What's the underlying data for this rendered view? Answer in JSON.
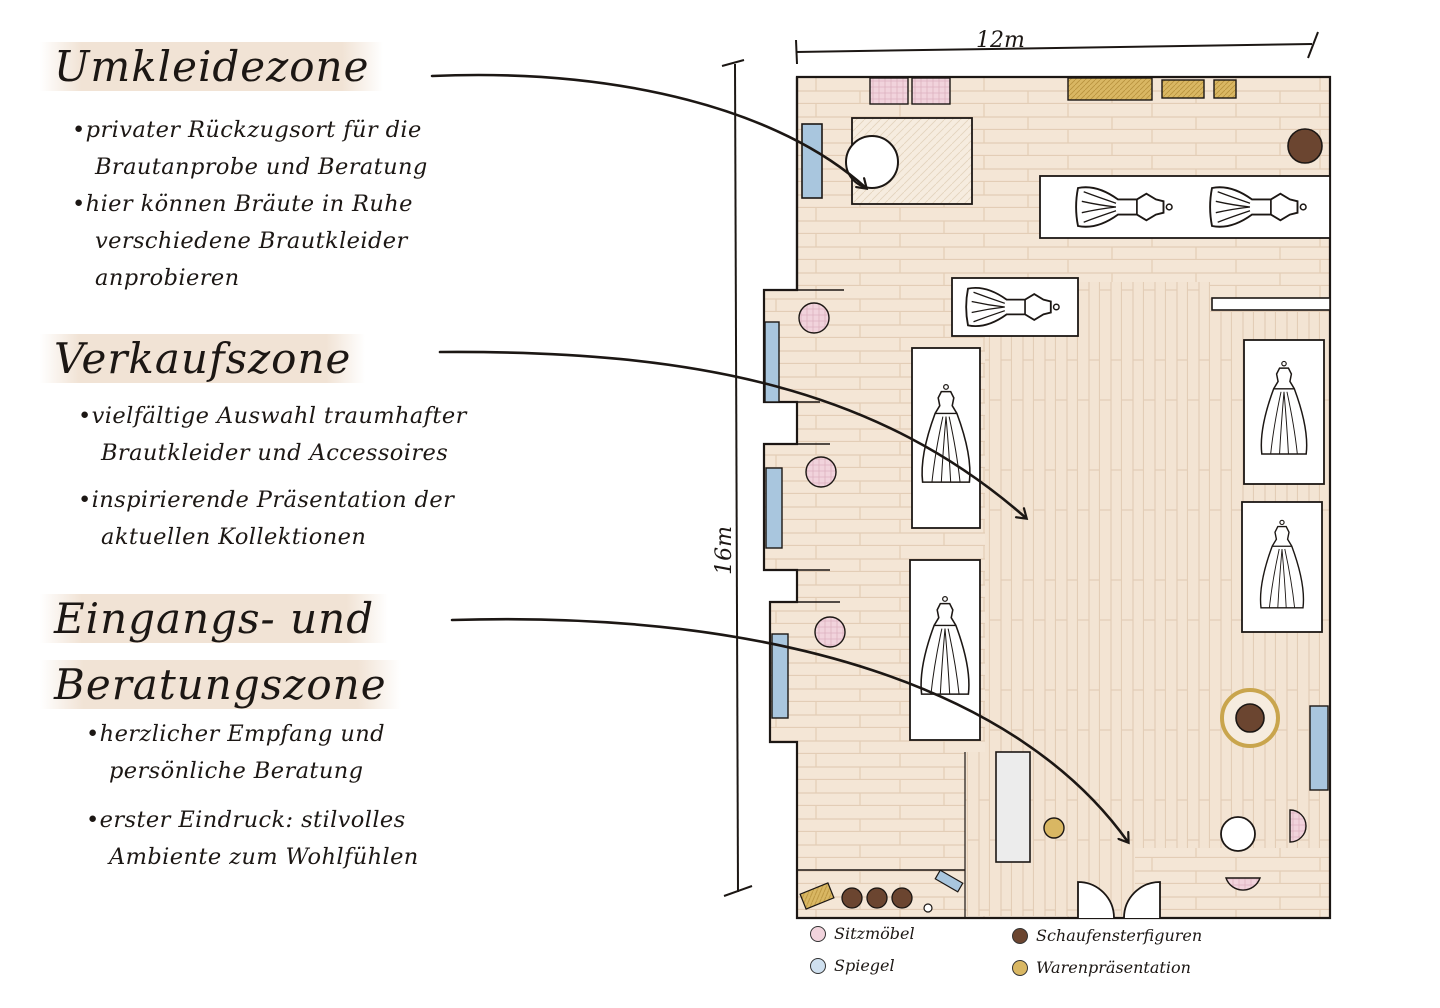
{
  "zones": [
    {
      "title": "Umkleidezone",
      "bullets": [
        {
          "line1": "privater Rückzugsort für die",
          "line2": "Brautanprobe und Beratung"
        },
        {
          "line1": "hier können Bräute in Ruhe",
          "line2": "verschiedene Brautkleider",
          "line3": "anprobieren"
        }
      ]
    },
    {
      "title": "Verkaufszone",
      "bullets": [
        {
          "line1": "vielfältige Auswahl traumhafter",
          "line2": "Brautkleider und Accessoires"
        },
        {
          "line1": "inspirierende Präsentation der",
          "line2": "aktuellen Kollektionen"
        }
      ]
    },
    {
      "title_line1": "Eingangs- und",
      "title_line2": "Beratungszone",
      "bullets": [
        {
          "line1": "herzlicher Empfang und",
          "line2": "persönliche Beratung"
        },
        {
          "line1": "erster Eindruck: stilvolles",
          "line2": "Ambiente zum Wohlfühlen"
        }
      ]
    }
  ],
  "dimensions": {
    "width": "12m",
    "height": "16m"
  },
  "legend": [
    {
      "label": "Sitzmöbel",
      "color": "#f1d3dc"
    },
    {
      "label": "Spiegel",
      "color": "#cfe0ef"
    },
    {
      "label": "Schaufensterfiguren",
      "color": "#6b4530"
    },
    {
      "label": "Warenpräsentation",
      "color": "#d9b763"
    }
  ],
  "colors": {
    "floor": "#f4e6d6",
    "floor_line": "#e3cdb6",
    "ink": "#1c1714",
    "mirror": "#a9c6de",
    "seat": "#f1d3dc",
    "mannequin": "#6b4530",
    "display": "#d9b763"
  },
  "icons": [
    "dress-icon",
    "arrow-icon"
  ]
}
